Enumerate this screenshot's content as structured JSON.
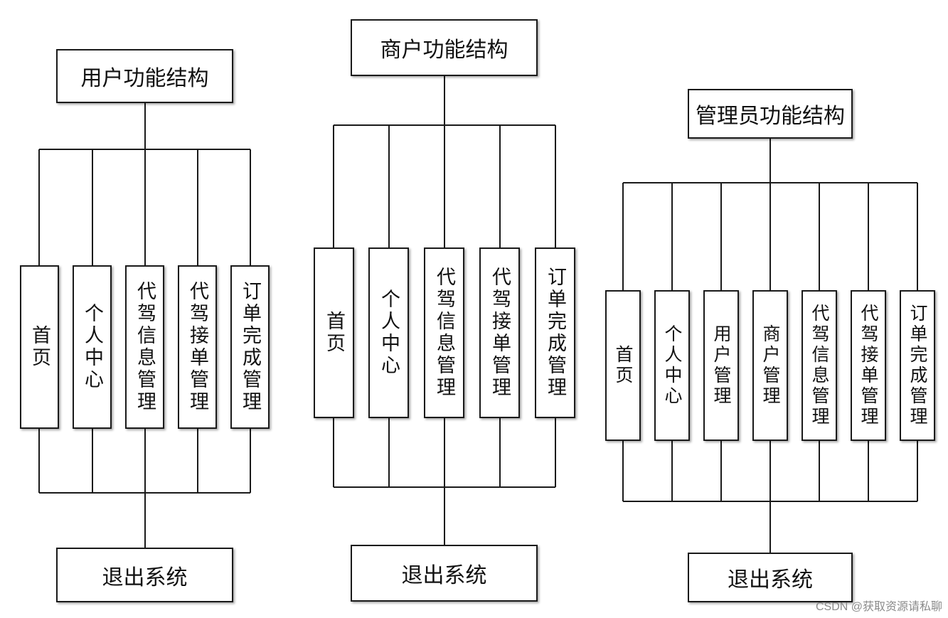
{
  "columns": [
    {
      "title": "用户功能结构",
      "items": [
        "首页",
        "个人中心",
        "代驾信息管理",
        "代驾接单管理",
        "订单完成管理"
      ],
      "exit_label": "退出系统"
    },
    {
      "title": "商户功能结构",
      "items": [
        "首页",
        "个人中心",
        "代驾信息管理",
        "代驾接单管理",
        "订单完成管理"
      ],
      "exit_label": "退出系统"
    },
    {
      "title": "管理员功能结构",
      "items": [
        "首页",
        "个人中心",
        "用户管理",
        "商户管理",
        "代驾信息管理",
        "代驾接单管理",
        "订单完成管理"
      ],
      "exit_label": "退出系统"
    }
  ],
  "watermark": "CSDN @获取资源请私聊",
  "colors": {
    "line": "#1a1a1a",
    "box_border": "#1a1a1a",
    "background": "#ffffff",
    "watermark": "#8a8a8a"
  }
}
